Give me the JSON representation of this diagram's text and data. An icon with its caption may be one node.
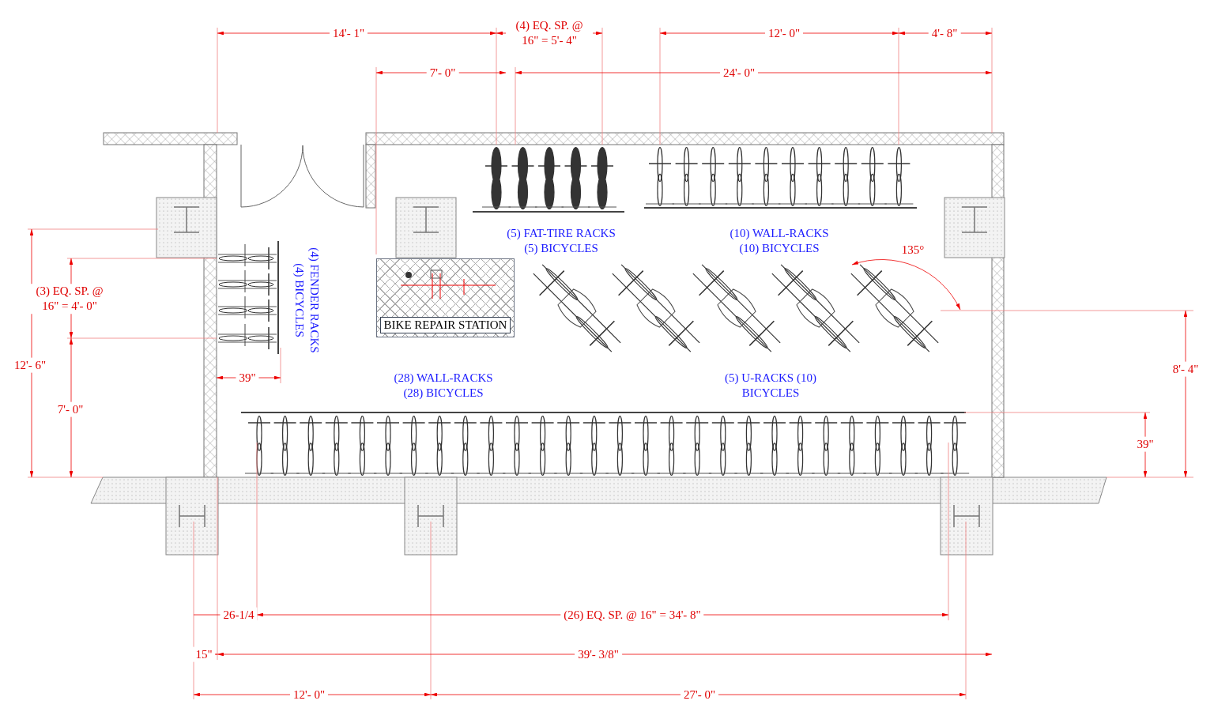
{
  "diagram": {
    "nodes": [
      {
        "text": [
          "BIKE REPAIR STATION"
        ]
      }
    ],
    "labels": [
      "14'- 1\"",
      "(4) EQ. SP. @ 16\" = 5'- 4\"",
      "12'- 0\"",
      "4'- 8\"",
      "7'- 0\"",
      "24'- 0\"",
      "(5) FAT-TIRE RACKS (5) BICYCLES",
      "(10) WALL-RACKS (10) BICYCLES",
      "135°",
      "(3) EQ. SP. @ 16\" = 4'- 0\"",
      "(4) FENDER RACKS (4) BICYCLES",
      "12'- 6\"",
      "8'- 4\"",
      "39\"",
      "(28) WALL-RACKS (28) BICYCLES",
      "(5) U-RACKS (10) BICYCLES",
      "7'- 0\"",
      "39\"",
      "26-1/4",
      "(26) EQ. SP. @ 16\" = 34'- 8\"",
      "15\"",
      "39'- 3/8\"",
      "12'- 0\"",
      "27'- 0\""
    ]
  }
}
